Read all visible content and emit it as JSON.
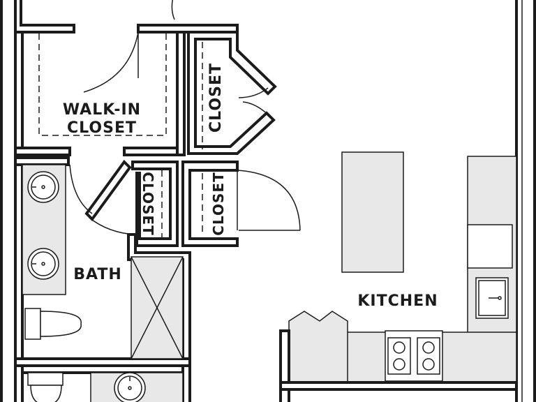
{
  "rooms": {
    "walk_in_closet_line1": "WALK-IN",
    "walk_in_closet_line2": "CLOSET",
    "closet_upper": "CLOSET",
    "closet_middle_left": "CLOSET",
    "closet_middle_right": "CLOSET",
    "bath": "BATH",
    "kitchen": "KITCHEN"
  },
  "colors": {
    "wall": "#1b1b1b",
    "fixture_fill": "#e8e8e8",
    "background": "#ffffff"
  }
}
